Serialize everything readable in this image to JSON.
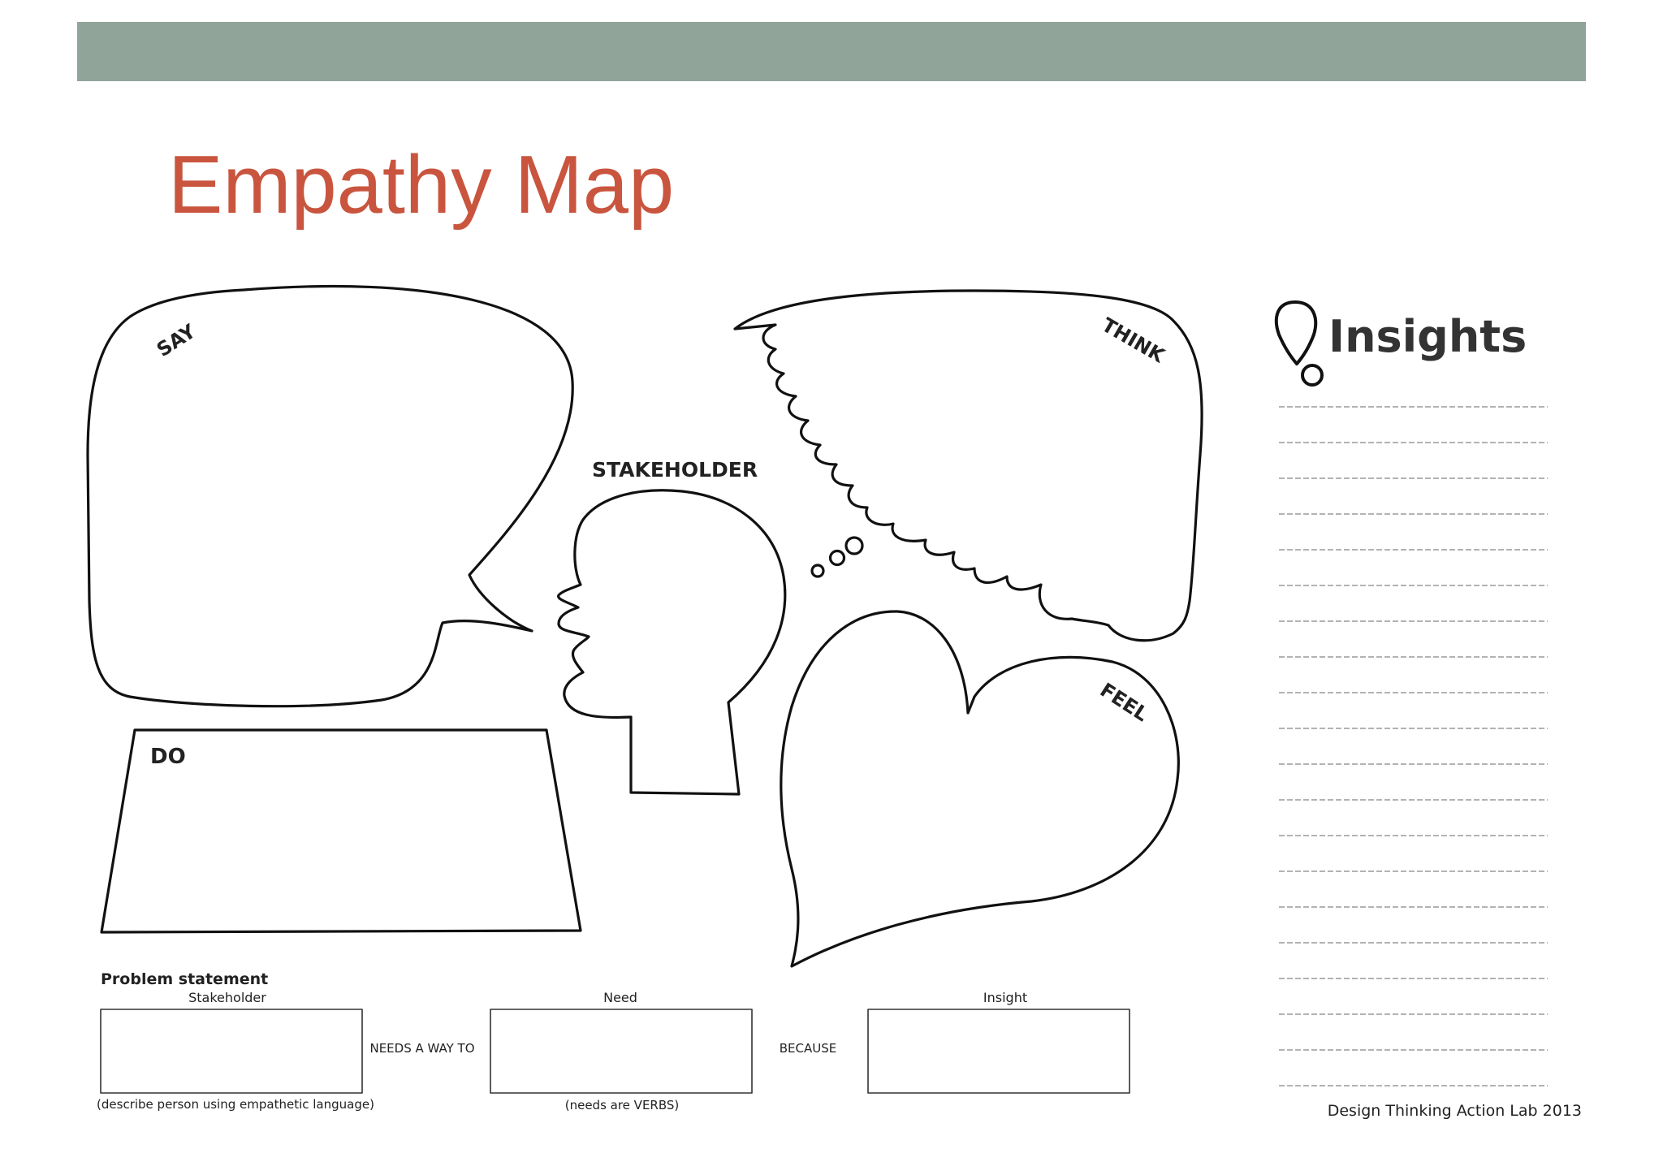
{
  "slide": {
    "title": "Empathy Map"
  },
  "map": {
    "say_label": "SAY",
    "think_label": "THINK",
    "stakeholder_label": "STAKEHOLDER",
    "do_label": "DO",
    "feel_label": "FEEL"
  },
  "insights": {
    "title": "Insights",
    "icon": "exclamation-icon",
    "line_count": 20
  },
  "problem_statement": {
    "heading": "Problem statement",
    "stakeholder_label": "Stakeholder",
    "stakeholder_hint": "(describe person using empathetic language)",
    "connector_1": "NEEDS A WAY TO",
    "need_label": "Need",
    "need_hint": "(needs are VERBS)",
    "connector_2": "BECAUSE",
    "insight_label": "Insight"
  },
  "footer": {
    "credit": "Design Thinking Action Lab 2013"
  },
  "colors": {
    "top_bar": "#91a49a",
    "title": "#c9553f"
  }
}
